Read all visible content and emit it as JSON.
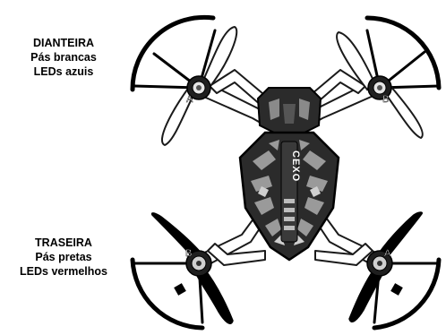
{
  "labels": {
    "front": {
      "title": "DIANTEIRA",
      "line1": "Pás brancas",
      "line2": "LEDs azuis"
    },
    "rear": {
      "title": "TRASEIRA",
      "line1": "Pás pretas",
      "line2": "LEDs vermelhos"
    }
  },
  "motors": {
    "front_left": "A",
    "front_right": "B",
    "rear_left": "B",
    "rear_right": "A"
  },
  "body_logo": "CEXO",
  "colors": {
    "front_blades": "#ffffff",
    "rear_blades": "#000000",
    "body": "#2b2b2b",
    "body_pattern": "#9a9a9a"
  }
}
